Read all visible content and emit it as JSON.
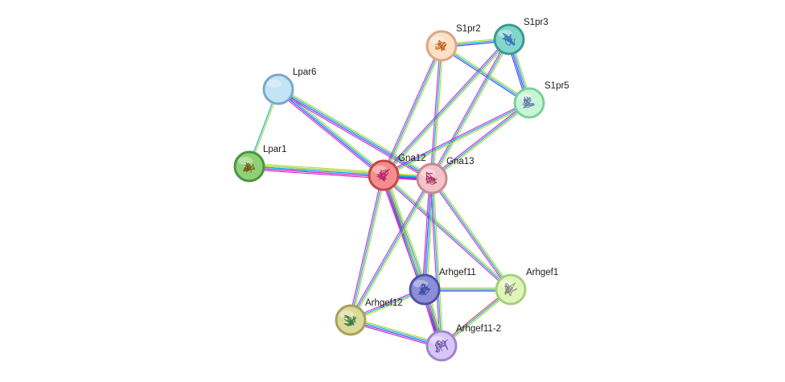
{
  "nodes": [
    {
      "id": "S1pr2",
      "label": "S1pr2",
      "color": "#fbe0c6",
      "border": "#d9a882",
      "glyph": "#c4661f",
      "has_structure": true
    },
    {
      "id": "S1pr3",
      "label": "S1pr3",
      "color": "#82d6cc",
      "border": "#3e9a90",
      "glyph": "#3d6fb6",
      "has_structure": true
    },
    {
      "id": "S1pr5",
      "label": "S1pr5",
      "color": "#c7f5d7",
      "border": "#7fcf98",
      "glyph": "#6c7fa8",
      "has_structure": true
    },
    {
      "id": "Lpar6",
      "label": "Lpar6",
      "color": "#c3e3f7",
      "border": "#7aa9c7",
      "glyph": "",
      "has_structure": false
    },
    {
      "id": "Lpar1",
      "label": "Lpar1",
      "color": "#8fd178",
      "border": "#4d9444",
      "glyph": "#7a5a12",
      "has_structure": true
    },
    {
      "id": "Gna12",
      "label": "Gna12",
      "color": "#f48e8e",
      "border": "#c24848",
      "glyph": "#b22a6a",
      "has_structure": true
    },
    {
      "id": "Gna13",
      "label": "Gna13",
      "color": "#f3c3c9",
      "border": "#c78a92",
      "glyph": "#a8385f",
      "has_structure": true
    },
    {
      "id": "Arhgef11",
      "label": "Arhgef11",
      "color": "#8c8fd8",
      "border": "#4f53a8",
      "glyph": "#3a4aa0",
      "has_structure": true
    },
    {
      "id": "Arhgef1",
      "label": "Arhgef1",
      "color": "#e0f5b8",
      "border": "#a8cf7c",
      "glyph": "#8a8a8a",
      "has_structure": true
    },
    {
      "id": "Arhgef12",
      "label": "Arhgef12",
      "color": "#dcda9a",
      "border": "#a5a359",
      "glyph": "#3f7a3f",
      "has_structure": true
    },
    {
      "id": "Arhgef11-2",
      "label": "Arhgef11-2",
      "color": "#d8c6f7",
      "border": "#9e86cf",
      "glyph": "#6a5aa8",
      "has_structure": true
    }
  ],
  "edges": [
    {
      "source": "Lpar6",
      "target": "Lpar1",
      "evidence": [
        "#b5d62e",
        "#00b0e0"
      ]
    },
    {
      "source": "Lpar6",
      "target": "Gna12",
      "evidence": [
        "#b5d62e",
        "#00b0e0",
        "#3c3cf0",
        "#d026c8"
      ]
    },
    {
      "source": "Lpar6",
      "target": "Gna13",
      "evidence": [
        "#b5d62e",
        "#00b0e0",
        "#3c3cf0",
        "#d026c8"
      ]
    },
    {
      "source": "Lpar1",
      "target": "Gna12",
      "evidence": [
        "#b5d62e",
        "#00b0e0",
        "#3c3cf0",
        "#d026c8",
        "#d026c8"
      ]
    },
    {
      "source": "Lpar1",
      "target": "Gna13",
      "evidence": [
        "#b5d62e",
        "#00b0e0",
        "#d026c8"
      ]
    },
    {
      "source": "S1pr2",
      "target": "S1pr3",
      "evidence": [
        "#b5d62e",
        "#00b0e0",
        "#3c3cf0"
      ]
    },
    {
      "source": "S1pr2",
      "target": "S1pr5",
      "evidence": [
        "#b5d62e",
        "#00b0e0",
        "#3c3cf0"
      ]
    },
    {
      "source": "S1pr3",
      "target": "S1pr5",
      "evidence": [
        "#b5d62e",
        "#00b0e0",
        "#3c3cf0",
        "#3c3cf0"
      ]
    },
    {
      "source": "S1pr2",
      "target": "Gna12",
      "evidence": [
        "#b5d62e",
        "#00b0e0",
        "#d026c8"
      ]
    },
    {
      "source": "S1pr2",
      "target": "Gna13",
      "evidence": [
        "#b5d62e",
        "#00b0e0",
        "#d026c8"
      ]
    },
    {
      "source": "S1pr3",
      "target": "Gna12",
      "evidence": [
        "#b5d62e",
        "#00b0e0",
        "#d026c8"
      ]
    },
    {
      "source": "S1pr3",
      "target": "Gna13",
      "evidence": [
        "#b5d62e",
        "#00b0e0",
        "#d026c8"
      ]
    },
    {
      "source": "S1pr5",
      "target": "Gna12",
      "evidence": [
        "#b5d62e",
        "#00b0e0",
        "#d026c8"
      ]
    },
    {
      "source": "S1pr5",
      "target": "Gna13",
      "evidence": [
        "#b5d62e",
        "#00b0e0",
        "#d026c8"
      ]
    },
    {
      "source": "Gna12",
      "target": "Gna13",
      "evidence": [
        "#b5d62e",
        "#00b0e0",
        "#3c3cf0",
        "#d026c8"
      ]
    },
    {
      "source": "Gna12",
      "target": "Arhgef11",
      "evidence": [
        "#b5d62e",
        "#00b0e0",
        "#e83a3a",
        "#3c3cf0",
        "#d026c8"
      ]
    },
    {
      "source": "Gna12",
      "target": "Arhgef1",
      "evidence": [
        "#b5d62e",
        "#00b0e0",
        "#d026c8"
      ]
    },
    {
      "source": "Gna12",
      "target": "Arhgef12",
      "evidence": [
        "#b5d62e",
        "#00b0e0",
        "#d026c8"
      ]
    },
    {
      "source": "Gna12",
      "target": "Arhgef11-2",
      "evidence": [
        "#b5d62e",
        "#00b0e0",
        "#d026c8"
      ]
    },
    {
      "source": "Gna13",
      "target": "Arhgef11",
      "evidence": [
        "#b5d62e",
        "#00b0e0",
        "#3c3cf0",
        "#d026c8"
      ]
    },
    {
      "source": "Gna13",
      "target": "Arhgef1",
      "evidence": [
        "#b5d62e",
        "#00b0e0",
        "#d026c8"
      ]
    },
    {
      "source": "Gna13",
      "target": "Arhgef12",
      "evidence": [
        "#b5d62e",
        "#00b0e0",
        "#d026c8"
      ]
    },
    {
      "source": "Gna13",
      "target": "Arhgef11-2",
      "evidence": [
        "#b5d62e",
        "#00b0e0",
        "#d026c8"
      ]
    },
    {
      "source": "Arhgef11",
      "target": "Arhgef1",
      "evidence": [
        "#b5d62e",
        "#00b0e0",
        "#3c3cf0"
      ]
    },
    {
      "source": "Arhgef11",
      "target": "Arhgef12",
      "evidence": [
        "#b5d62e",
        "#00b0e0",
        "#d026c8"
      ]
    },
    {
      "source": "Arhgef11",
      "target": "Arhgef11-2",
      "evidence": [
        "#b5d62e",
        "#00b0e0",
        "#e83a3a",
        "#3c3cf0",
        "#d026c8"
      ]
    },
    {
      "source": "Arhgef12",
      "target": "Arhgef11-2",
      "evidence": [
        "#b5d62e",
        "#00b0e0",
        "#3c3cf0",
        "#d026c8"
      ]
    },
    {
      "source": "Arhgef1",
      "target": "Arhgef11-2",
      "evidence": [
        "#b5d62e",
        "#00b0e0",
        "#e83a3a"
      ]
    }
  ]
}
